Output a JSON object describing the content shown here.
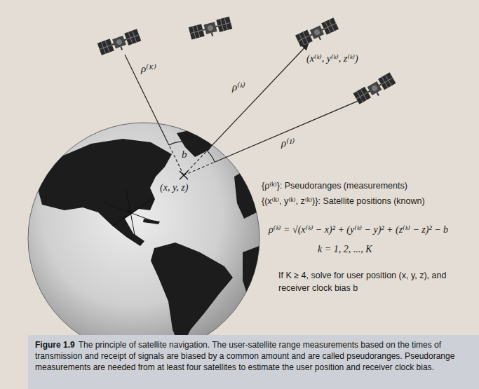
{
  "diagram": {
    "caption": "The principle of satellite navigation. The user-satellite range measurements based on the times of transmission and receipt of signals are biased by a common amount and are called pseudoranges. Pseudorange measurements are needed from at least four satellites to estimate the user position and receiver clock bias.",
    "labels": [
      "ρ⁽ᴷ⁾",
      "(x⁽ᵏ⁾, y⁽ᵏ⁾, z⁽ᵏ⁾)",
      "ρ⁽ᵏ⁾",
      "b",
      "ρ⁽¹⁾",
      "(x, y, z)",
      "{ρ⁽ᵏ⁾}: Pseudoranges (measurements)",
      "{(x⁽ᵏ⁾, y⁽ᵏ⁾, z⁽ᵏ⁾)}: Satellite positions (known)",
      "ρ⁽ᵏ⁾ = √(x⁽ᵏ⁾ − x)² + (y⁽ᵏ⁾ − y)² + (z⁽ᵏ⁾ − z)² − b",
      "k = 1, 2, ..., K",
      "If K ≥ 4, solve for user position (x, y, z), and receiver clock bias b",
      "Figure 1.9"
    ]
  }
}
